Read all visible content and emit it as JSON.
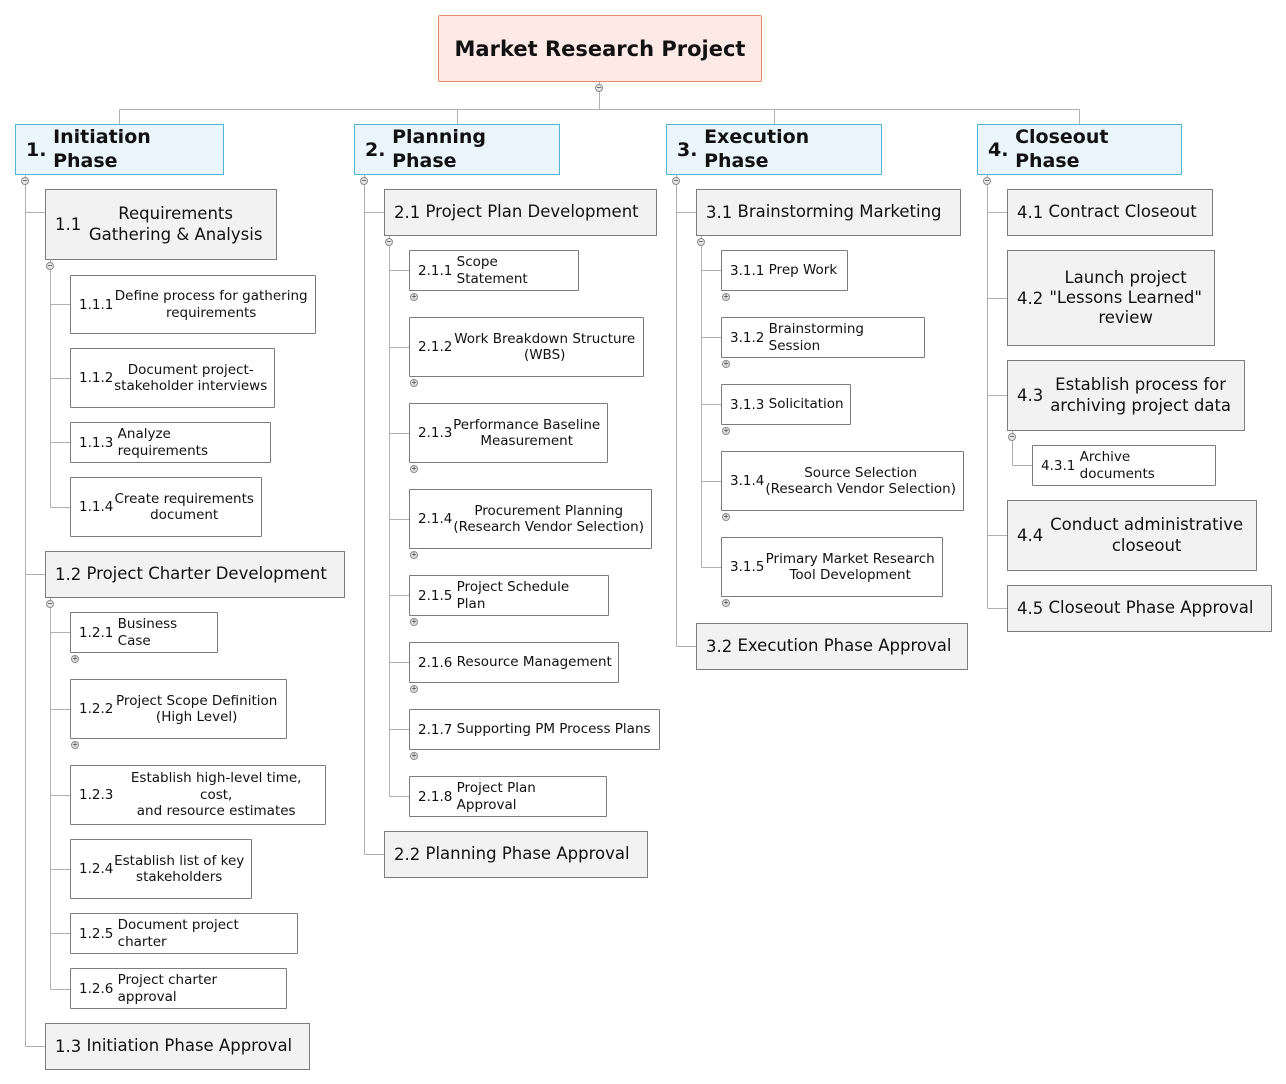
{
  "root": {
    "label": "Market Research Project"
  },
  "phases": [
    {
      "num": "1.",
      "label": "Initiation Phase",
      "children": [
        {
          "num": "1.1",
          "label": "Requirements\nGathering & Analysis",
          "children": [
            {
              "num": "1.1.1",
              "label": "Define process for gathering\nrequirements"
            },
            {
              "num": "1.1.2",
              "label": "Document project-\nstakeholder interviews"
            },
            {
              "num": "1.1.3",
              "label": "Analyze requirements"
            },
            {
              "num": "1.1.4",
              "label": "Create requirements\ndocument"
            }
          ]
        },
        {
          "num": "1.2",
          "label": "Project Charter Development",
          "children": [
            {
              "num": "1.2.1",
              "label": "Business Case"
            },
            {
              "num": "1.2.2",
              "label": "Project Scope Definition\n(High Level)"
            },
            {
              "num": "1.2.3",
              "label": "Establish high-level time, cost,\nand resource estimates"
            },
            {
              "num": "1.2.4",
              "label": "Establish list of key\nstakeholders"
            },
            {
              "num": "1.2.5",
              "label": "Document project charter"
            },
            {
              "num": "1.2.6",
              "label": "Project charter approval"
            }
          ]
        },
        {
          "num": "1.3",
          "label": "Initiation Phase Approval"
        }
      ]
    },
    {
      "num": "2.",
      "label": "Planning Phase",
      "children": [
        {
          "num": "2.1",
          "label": "Project Plan Development",
          "children": [
            {
              "num": "2.1.1",
              "label": "Scope Statement"
            },
            {
              "num": "2.1.2",
              "label": "Work Breakdown Structure\n(WBS)"
            },
            {
              "num": "2.1.3",
              "label": "Performance Baseline\nMeasurement"
            },
            {
              "num": "2.1.4",
              "label": "Procurement Planning\n(Research Vendor Selection)"
            },
            {
              "num": "2.1.5",
              "label": "Project Schedule Plan"
            },
            {
              "num": "2.1.6",
              "label": "Resource Management"
            },
            {
              "num": "2.1.7",
              "label": "Supporting PM Process Plans"
            },
            {
              "num": "2.1.8",
              "label": "Project Plan Approval"
            }
          ]
        },
        {
          "num": "2.2",
          "label": "Planning Phase Approval"
        }
      ]
    },
    {
      "num": "3.",
      "label": "Execution Phase",
      "children": [
        {
          "num": "3.1",
          "label": "Brainstorming Marketing",
          "children": [
            {
              "num": "3.1.1",
              "label": "Prep Work"
            },
            {
              "num": "3.1.2",
              "label": "Brainstorming Session"
            },
            {
              "num": "3.1.3",
              "label": "Solicitation"
            },
            {
              "num": "3.1.4",
              "label": "Source Selection\n(Research Vendor Selection)"
            },
            {
              "num": "3.1.5",
              "label": "Primary Market Research\nTool Development"
            }
          ]
        },
        {
          "num": "3.2",
          "label": "Execution Phase Approval"
        }
      ]
    },
    {
      "num": "4.",
      "label": "Closeout Phase",
      "children": [
        {
          "num": "4.1",
          "label": "Contract Closeout"
        },
        {
          "num": "4.2",
          "label": "Launch project\n\"Lessons Learned\"\nreview"
        },
        {
          "num": "4.3",
          "label": "Establish process for\narchiving project data",
          "children": [
            {
              "num": "4.3.1",
              "label": "Archive documents"
            }
          ]
        },
        {
          "num": "4.4",
          "label": "Conduct administrative\ncloseout"
        },
        {
          "num": "4.5",
          "label": "Closeout Phase Approval"
        }
      ]
    }
  ],
  "colors": {
    "root_fill": "#fde9e5",
    "root_border": "#e8876e",
    "phase_fill": "#eaf6fb",
    "phase_border": "#4fb4d6",
    "task_fill": "#f2f2f2",
    "connector": "#b0b0b0"
  }
}
